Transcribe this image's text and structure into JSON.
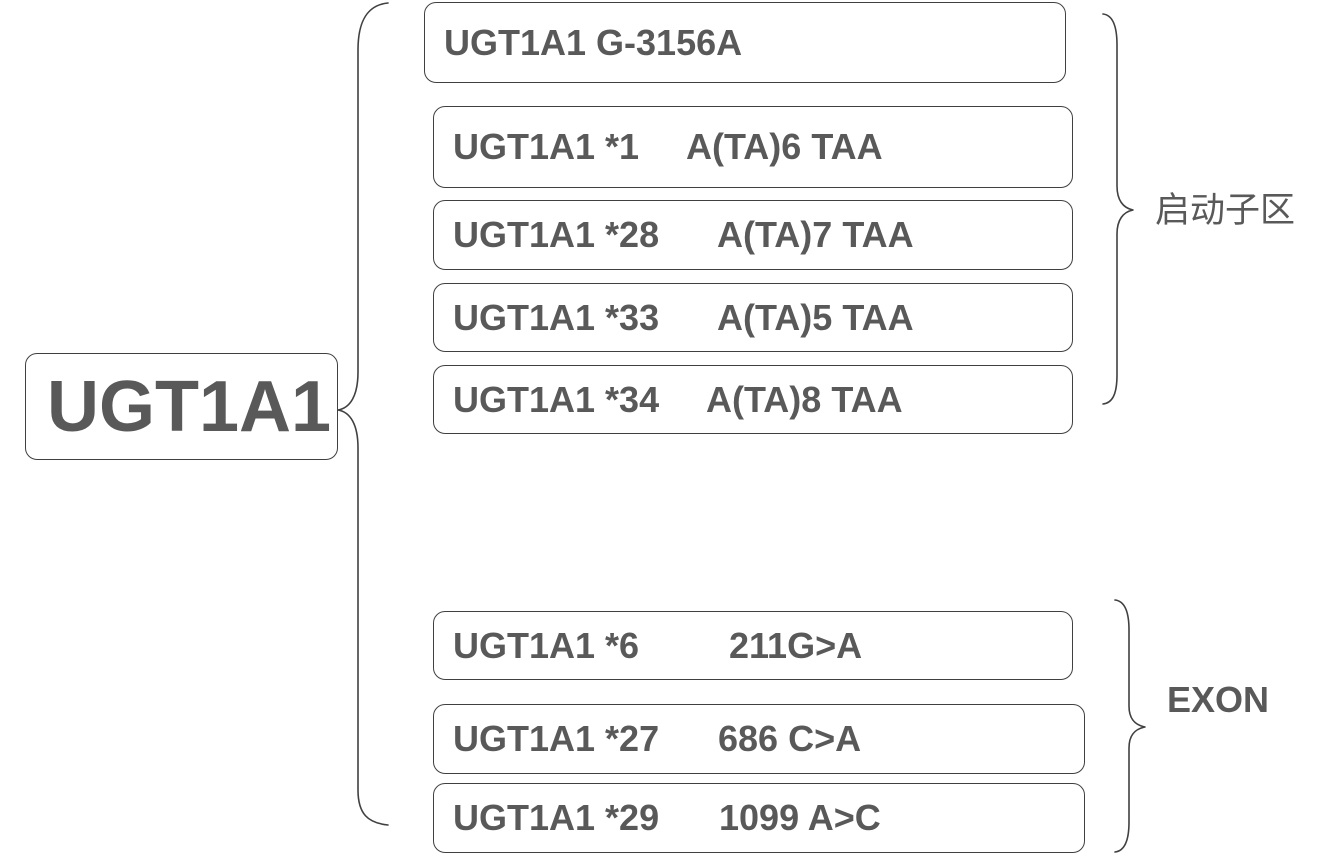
{
  "root": {
    "label": "UGT1A1"
  },
  "promoter": {
    "label": "启动子区",
    "items": [
      {
        "id": "UGT1A1 G-3156A"
      },
      {
        "id": "UGT1A1 *1",
        "variant": "A(TA)6 TAA"
      },
      {
        "id": "UGT1A1 *28",
        "variant": "A(TA)7 TAA"
      },
      {
        "id": "UGT1A1 *33",
        "variant": "A(TA)5 TAA"
      },
      {
        "id": "UGT1A1 *34",
        "variant": "A(TA)8 TAA"
      }
    ]
  },
  "exon": {
    "label": "EXON",
    "items": [
      {
        "id": "UGT1A1 *6",
        "variant": "211G>A"
      },
      {
        "id": "UGT1A1 *27",
        "variant": "686 C>A"
      },
      {
        "id": "UGT1A1 *29",
        "variant": "1099 A>C"
      }
    ]
  },
  "colors": {
    "text": "#595959",
    "line": "#404040",
    "background": "#ffffff"
  }
}
